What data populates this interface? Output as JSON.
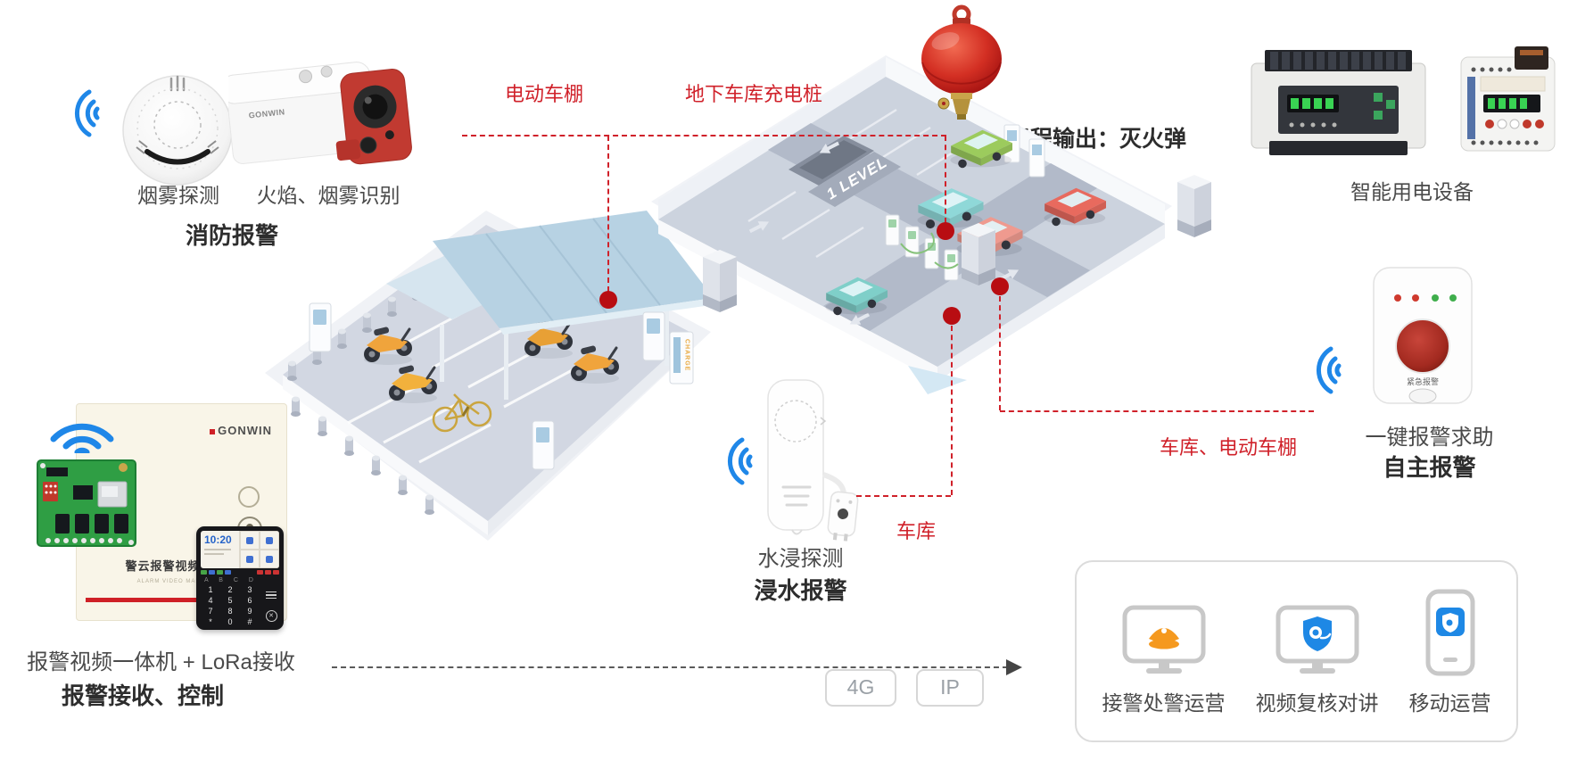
{
  "colors": {
    "accent_red": "#d0212a",
    "dot_red": "#b80d12",
    "wifi_blue": "#1f87e8",
    "title_dark": "#2d2d2d",
    "label_gray": "#4a4a4a",
    "badge_gray": "#9aa0a6",
    "platform_orange": "#f5991f",
    "platform_blue": "#1e88e5",
    "roof_blue": "#b7d2e3",
    "host_stripe_red": "#cf2026"
  },
  "brand": "GONWIN",
  "fire_group": {
    "smoke_label": "烟雾探测",
    "camera_label": "火焰、烟雾识别",
    "title": "消防报警"
  },
  "overlay": {
    "shed_tag": "电动车棚",
    "garage_charger_tag": "地下车库充电桩",
    "remote_output": "远程输出：灭火弹",
    "garage_shed_tag": "车库、电动车棚",
    "garage_tag": "车库"
  },
  "power_group": {
    "label": "智能用电设备"
  },
  "sos_group": {
    "label": "一键报警求助",
    "title": "自主报警",
    "button_text": "紧急报警"
  },
  "water_group": {
    "label": "水浸探测",
    "title": "浸水报警"
  },
  "host_group": {
    "label": "报警视频一体机 + LoRa接收",
    "title": "报警接收、控制",
    "box_title": "警云报警视频一体机",
    "box_subtitle": "ALARM VIDEO MAINFRAME",
    "keypad": {
      "time": "10:20",
      "letters": "A B C D",
      "keys": [
        "1",
        "2",
        "3",
        "4",
        "5",
        "6",
        "7",
        "8",
        "9",
        "*",
        "0",
        "#"
      ]
    }
  },
  "transport": {
    "badge_4g": "4G",
    "badge_ip": "IP"
  },
  "platform": {
    "items": [
      {
        "label": "接警处警运营"
      },
      {
        "label": "视频复核对讲"
      },
      {
        "label": "移动运营"
      }
    ]
  },
  "scene": {
    "garage_level": "1 LEVEL",
    "charge_pile": "CHARGE"
  }
}
